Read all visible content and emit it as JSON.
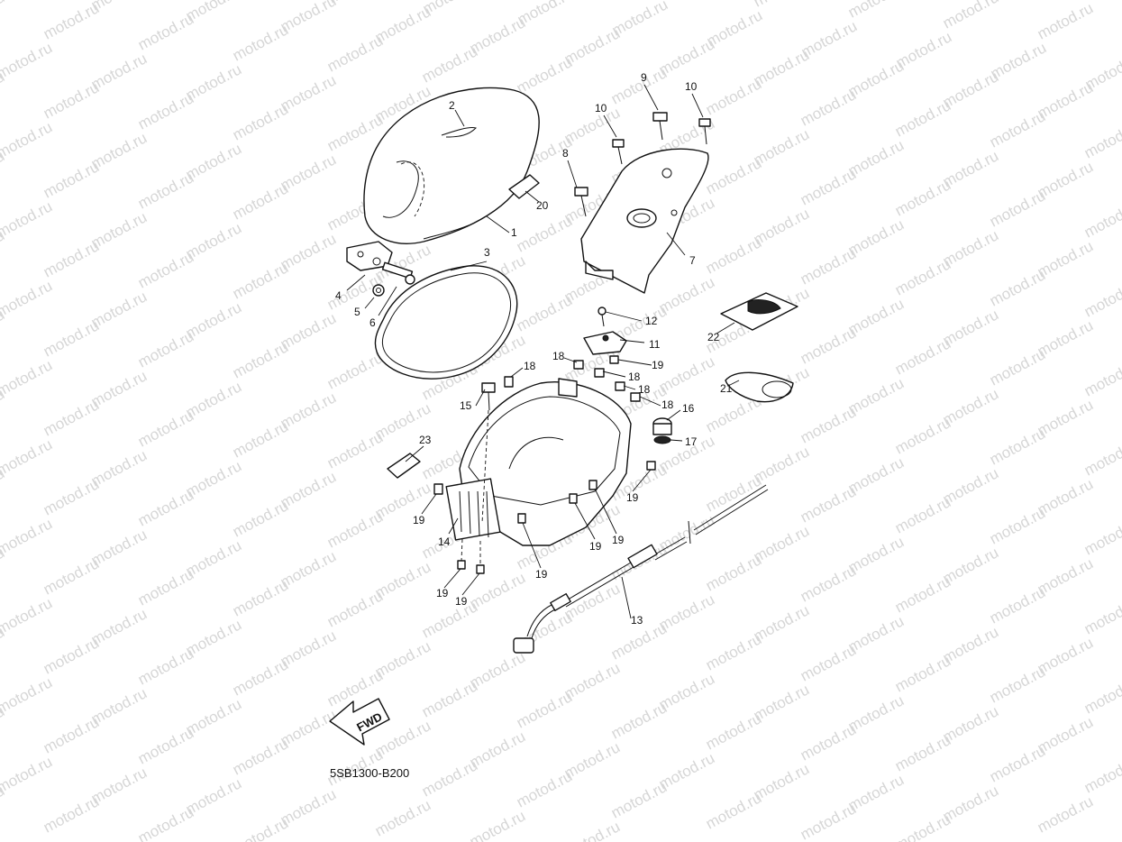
{
  "watermark": {
    "text": "motod.ru"
  },
  "diagram": {
    "code": "5SB1300-B200",
    "fwd_label": "FWD",
    "callouts": [
      {
        "id": "c1",
        "text": "1"
      },
      {
        "id": "c2",
        "text": "2"
      },
      {
        "id": "c3",
        "text": "3"
      },
      {
        "id": "c4",
        "text": "4"
      },
      {
        "id": "c5",
        "text": "5"
      },
      {
        "id": "c6",
        "text": "6"
      },
      {
        "id": "c7",
        "text": "7"
      },
      {
        "id": "c8",
        "text": "8"
      },
      {
        "id": "c9",
        "text": "9"
      },
      {
        "id": "c10a",
        "text": "10"
      },
      {
        "id": "c10b",
        "text": "10"
      },
      {
        "id": "c11",
        "text": "11"
      },
      {
        "id": "c12",
        "text": "12"
      },
      {
        "id": "c13",
        "text": "13"
      },
      {
        "id": "c14",
        "text": "14"
      },
      {
        "id": "c15",
        "text": "15"
      },
      {
        "id": "c16",
        "text": "16"
      },
      {
        "id": "c17",
        "text": "17"
      },
      {
        "id": "c18a",
        "text": "18"
      },
      {
        "id": "c18b",
        "text": "18"
      },
      {
        "id": "c18c",
        "text": "18"
      },
      {
        "id": "c18d",
        "text": "18"
      },
      {
        "id": "c18e",
        "text": "18"
      },
      {
        "id": "c19a",
        "text": "19"
      },
      {
        "id": "c19b",
        "text": "19"
      },
      {
        "id": "c19c",
        "text": "19"
      },
      {
        "id": "c19d",
        "text": "19"
      },
      {
        "id": "c19e",
        "text": "19"
      },
      {
        "id": "c19f",
        "text": "19"
      },
      {
        "id": "c19g",
        "text": "19"
      },
      {
        "id": "c19h",
        "text": "19"
      },
      {
        "id": "c20",
        "text": "20"
      },
      {
        "id": "c21",
        "text": "21"
      },
      {
        "id": "c22",
        "text": "22"
      },
      {
        "id": "c23",
        "text": "23"
      }
    ]
  }
}
